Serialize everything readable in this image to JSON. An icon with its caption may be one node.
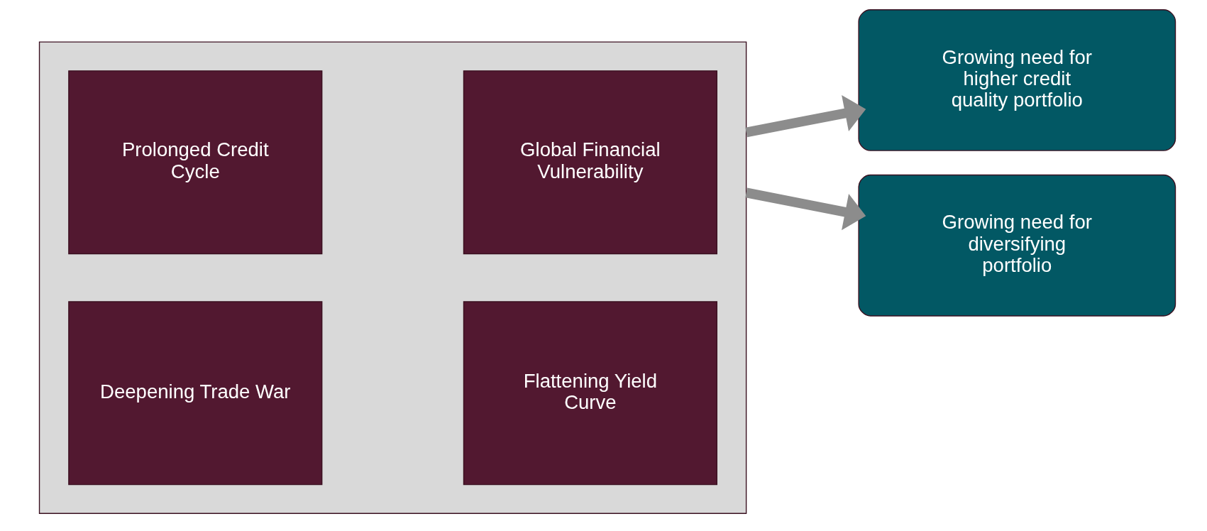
{
  "diagram": {
    "nodes": [
      {
        "text": [],
        "shape": "box"
      },
      {
        "text": [
          "Prolonged Credit Cycle"
        ],
        "in": 0
      },
      {
        "text": [
          "Global Financial Vulnerability"
        ],
        "in": 0
      },
      {
        "text": [
          "Deepening Trade War"
        ],
        "in": 0
      },
      {
        "text": [
          "Flattening Yield Curve"
        ],
        "in": 0
      },
      {
        "text": [
          "Growing need for higher credit quality portfolio"
        ]
      },
      {
        "text": [
          "Growing need for diversifying portfolio"
        ]
      }
    ],
    "edges": [
      {
        "from": 0,
        "to": 5,
        "arrow": "to",
        "color": "#8c8c8c"
      },
      {
        "from": 0,
        "to": 6,
        "arrow": "to",
        "color": "#8c8c8c"
      }
    ]
  }
}
